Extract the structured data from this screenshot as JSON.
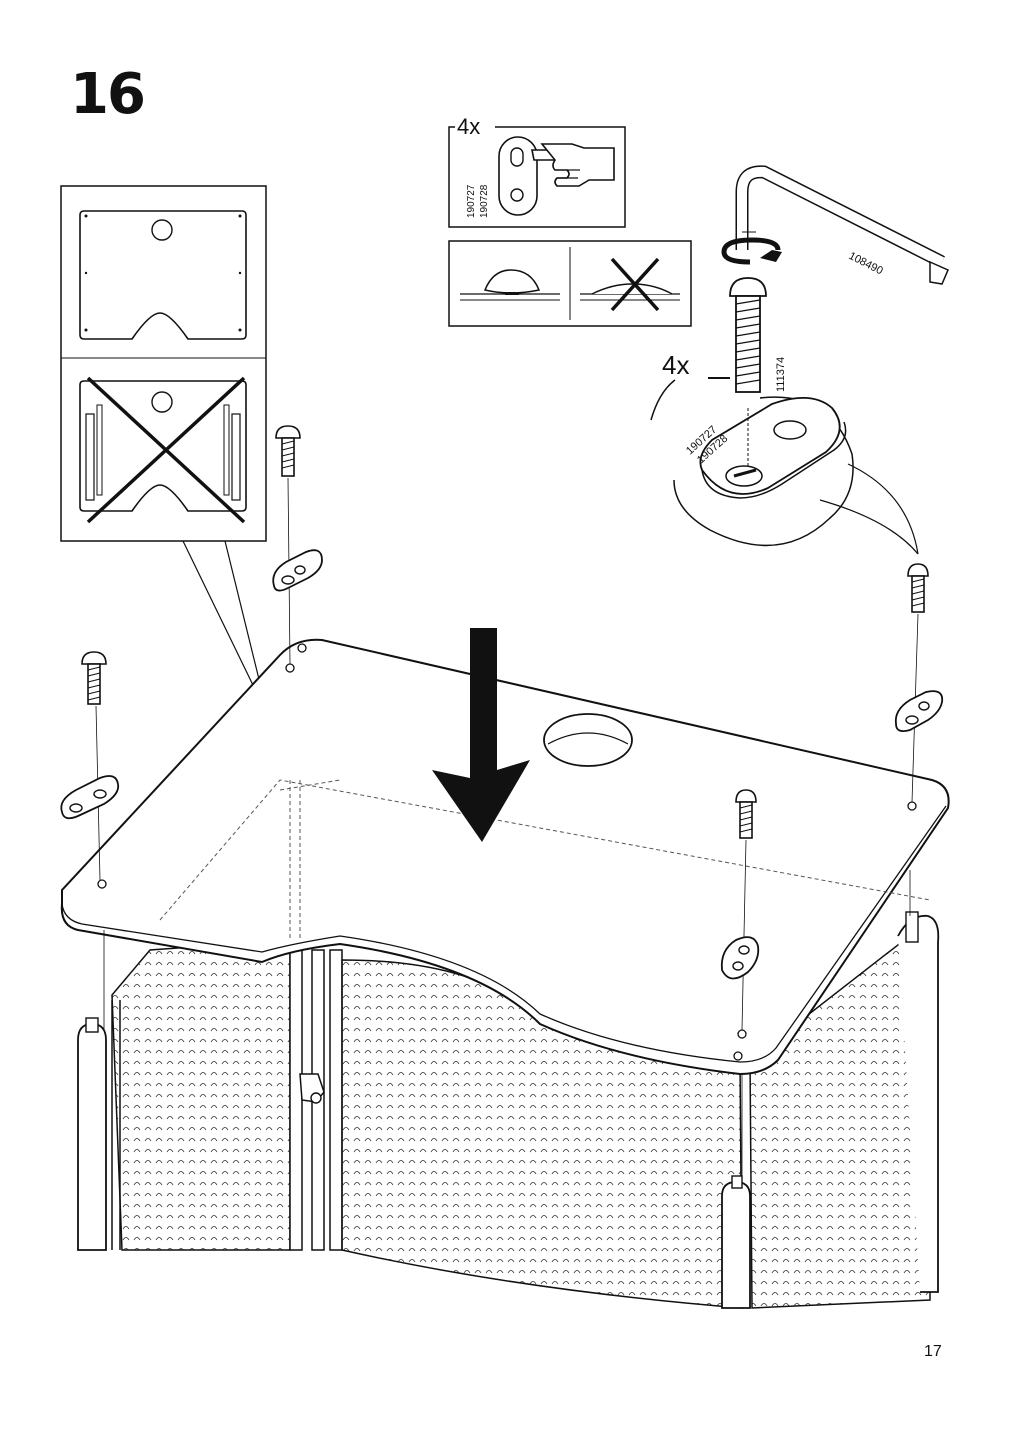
{
  "step": {
    "number": "16"
  },
  "page": {
    "number": "17"
  },
  "fitting_callout": {
    "quantity": "4x",
    "part_numbers": [
      "190727",
      "190728"
    ]
  },
  "screw_callout": {
    "quantity": "4x",
    "screw_part_number": "111374",
    "plate_part_numbers": [
      "190727",
      "190728"
    ],
    "tool_part_number": "108490"
  },
  "panel_check": {
    "correct": "smooth side up",
    "wrong": "side with rails up"
  }
}
